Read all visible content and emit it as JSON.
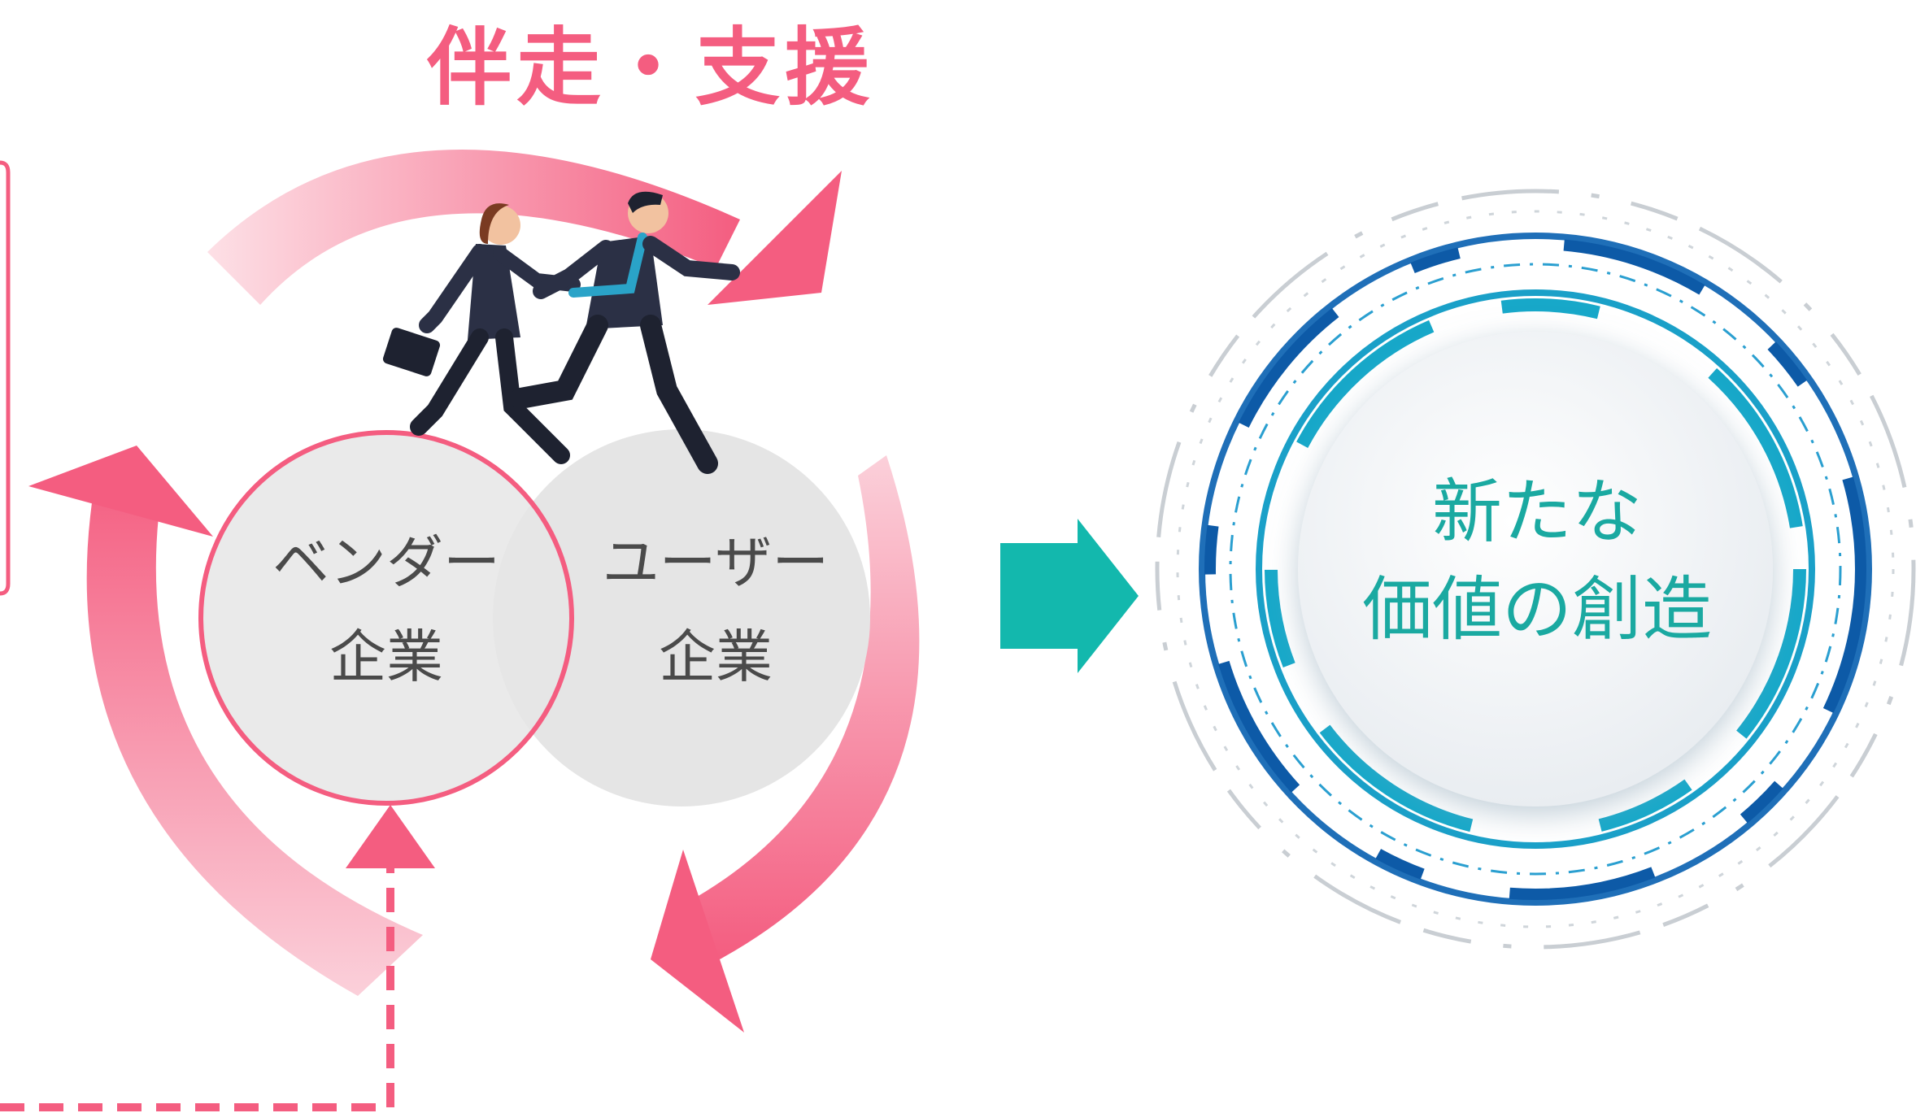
{
  "header": {
    "title": "伴走・支援"
  },
  "vendor": {
    "line1": "ベンダー",
    "line2": "企業"
  },
  "user": {
    "line1": "ユーザー",
    "line2": "企業"
  },
  "outcome": {
    "line1": "新たな",
    "line2": "価値の創造"
  },
  "colors": {
    "pink": "#f45d80",
    "teal": "#13b8ad",
    "blue": "#1f6fb8",
    "gray": "#e8e8e8"
  },
  "icons": [
    "cycle-arrow",
    "running-businesspeople",
    "right-arrow",
    "value-ring"
  ]
}
